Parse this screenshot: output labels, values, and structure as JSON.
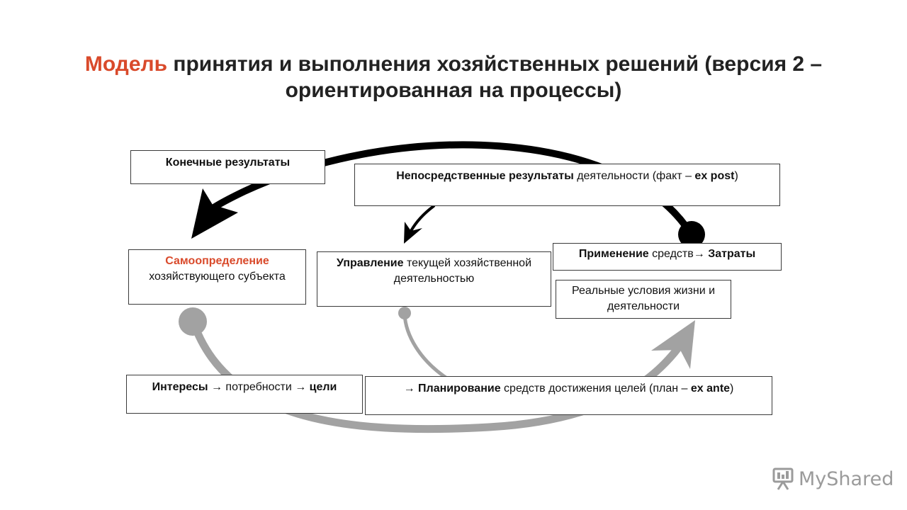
{
  "title": {
    "accent": "Модель",
    "rest": " принятия и выполнения хозяйственных решений (версия 2 – ориентированная на процессы)"
  },
  "boxes": {
    "final_results": "Конечные результаты",
    "direct_results": {
      "bold": "Непосредственные результаты",
      "normal": " деятельности (факт  –  ",
      "bold2": "ex post",
      "end": ")"
    },
    "self_definition": {
      "red": "Самоопределение",
      "normal": "хозяйствующего субъекта"
    },
    "management": {
      "bold": "Управление",
      "normal": " текущей хозяйственной деятельностью"
    },
    "application": {
      "bold": "Применение",
      "normal": " средств",
      "arrow": "→",
      "bold2": " Затраты"
    },
    "real_conditions": "Реальные условия жизни и деятельности",
    "interests": {
      "bold1": "Интересы ",
      "arrow1": "→",
      "normal": " потребности ",
      "arrow2": "→",
      "bold2": " цели"
    },
    "planning": {
      "arrow": "→",
      "bold": " Планирование",
      "normal": " средств достижения целей (план  –  ",
      "bold2": "ex ante",
      "end": ")"
    }
  },
  "colors": {
    "accent": "#d94a2b",
    "dark_arrow": "#000000",
    "grey_arrow": "#9e9e9e"
  },
  "watermark": {
    "text": "MyShared",
    "icon": "slideshow-icon"
  }
}
